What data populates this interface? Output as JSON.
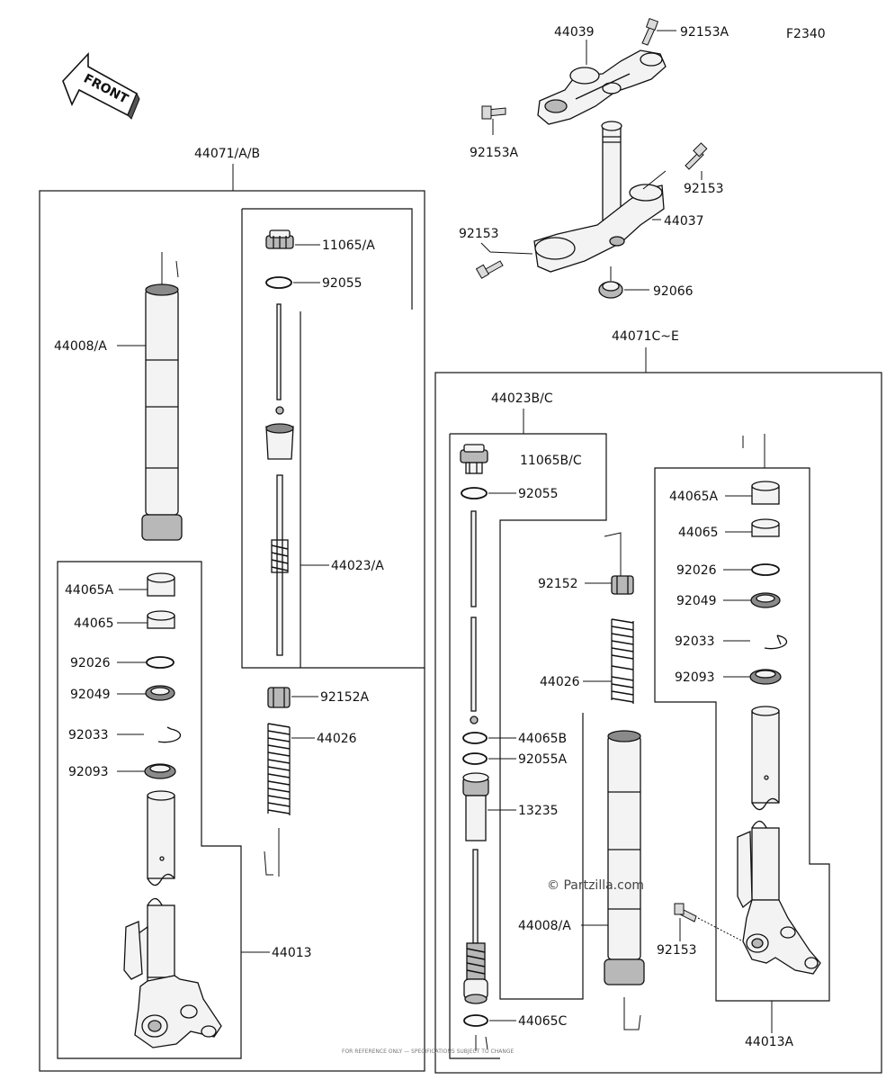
{
  "figure": {
    "code": "F2340",
    "direction_label": "FRONT",
    "watermark": "© Partzilla.com",
    "footer_fine_print": "FOR REFERENCE ONLY — SPECIFICATIONS SUBJECT TO CHANGE"
  },
  "assemblies": [
    {
      "id": "left",
      "label": "44071/A/B"
    },
    {
      "id": "right",
      "label": "44071C~E"
    },
    {
      "id": "left-damper",
      "label": "44023/A"
    },
    {
      "id": "right-damper",
      "label": "44023B/C"
    },
    {
      "id": "left-lower",
      "label": "44013"
    },
    {
      "id": "right-lower",
      "label": "44013A"
    }
  ],
  "callouts": {
    "c44039": "44039",
    "c92153A_top": "92153A",
    "c92153A_left": "92153A",
    "c92153_top": "92153",
    "c44037": "44037",
    "c92153_left": "92153",
    "c92066": "92066",
    "c11065A": "11065/A",
    "c92055_l": "92055",
    "c44008A_l": "44008/A",
    "c44065A_l": "44065A",
    "c44065_l": "44065",
    "c92026_l": "92026",
    "c92049_l": "92049",
    "c92033_l": "92033",
    "c92093_l": "92093",
    "c92152A": "92152A",
    "c44026_l": "44026",
    "c11065BC": "11065B/C",
    "c92055_r": "92055",
    "c92152": "92152",
    "c44026_r": "44026",
    "c44065B": "44065B",
    "c92055A": "92055A",
    "c13235": "13235",
    "c44008A_r": "44008/A",
    "c44065C": "44065C",
    "c44065A_r": "44065A",
    "c44065_r": "44065",
    "c92026_r": "92026",
    "c92049_r": "92049",
    "c92033_r": "92033",
    "c92093_r": "92093",
    "c92153_r": "92153"
  }
}
